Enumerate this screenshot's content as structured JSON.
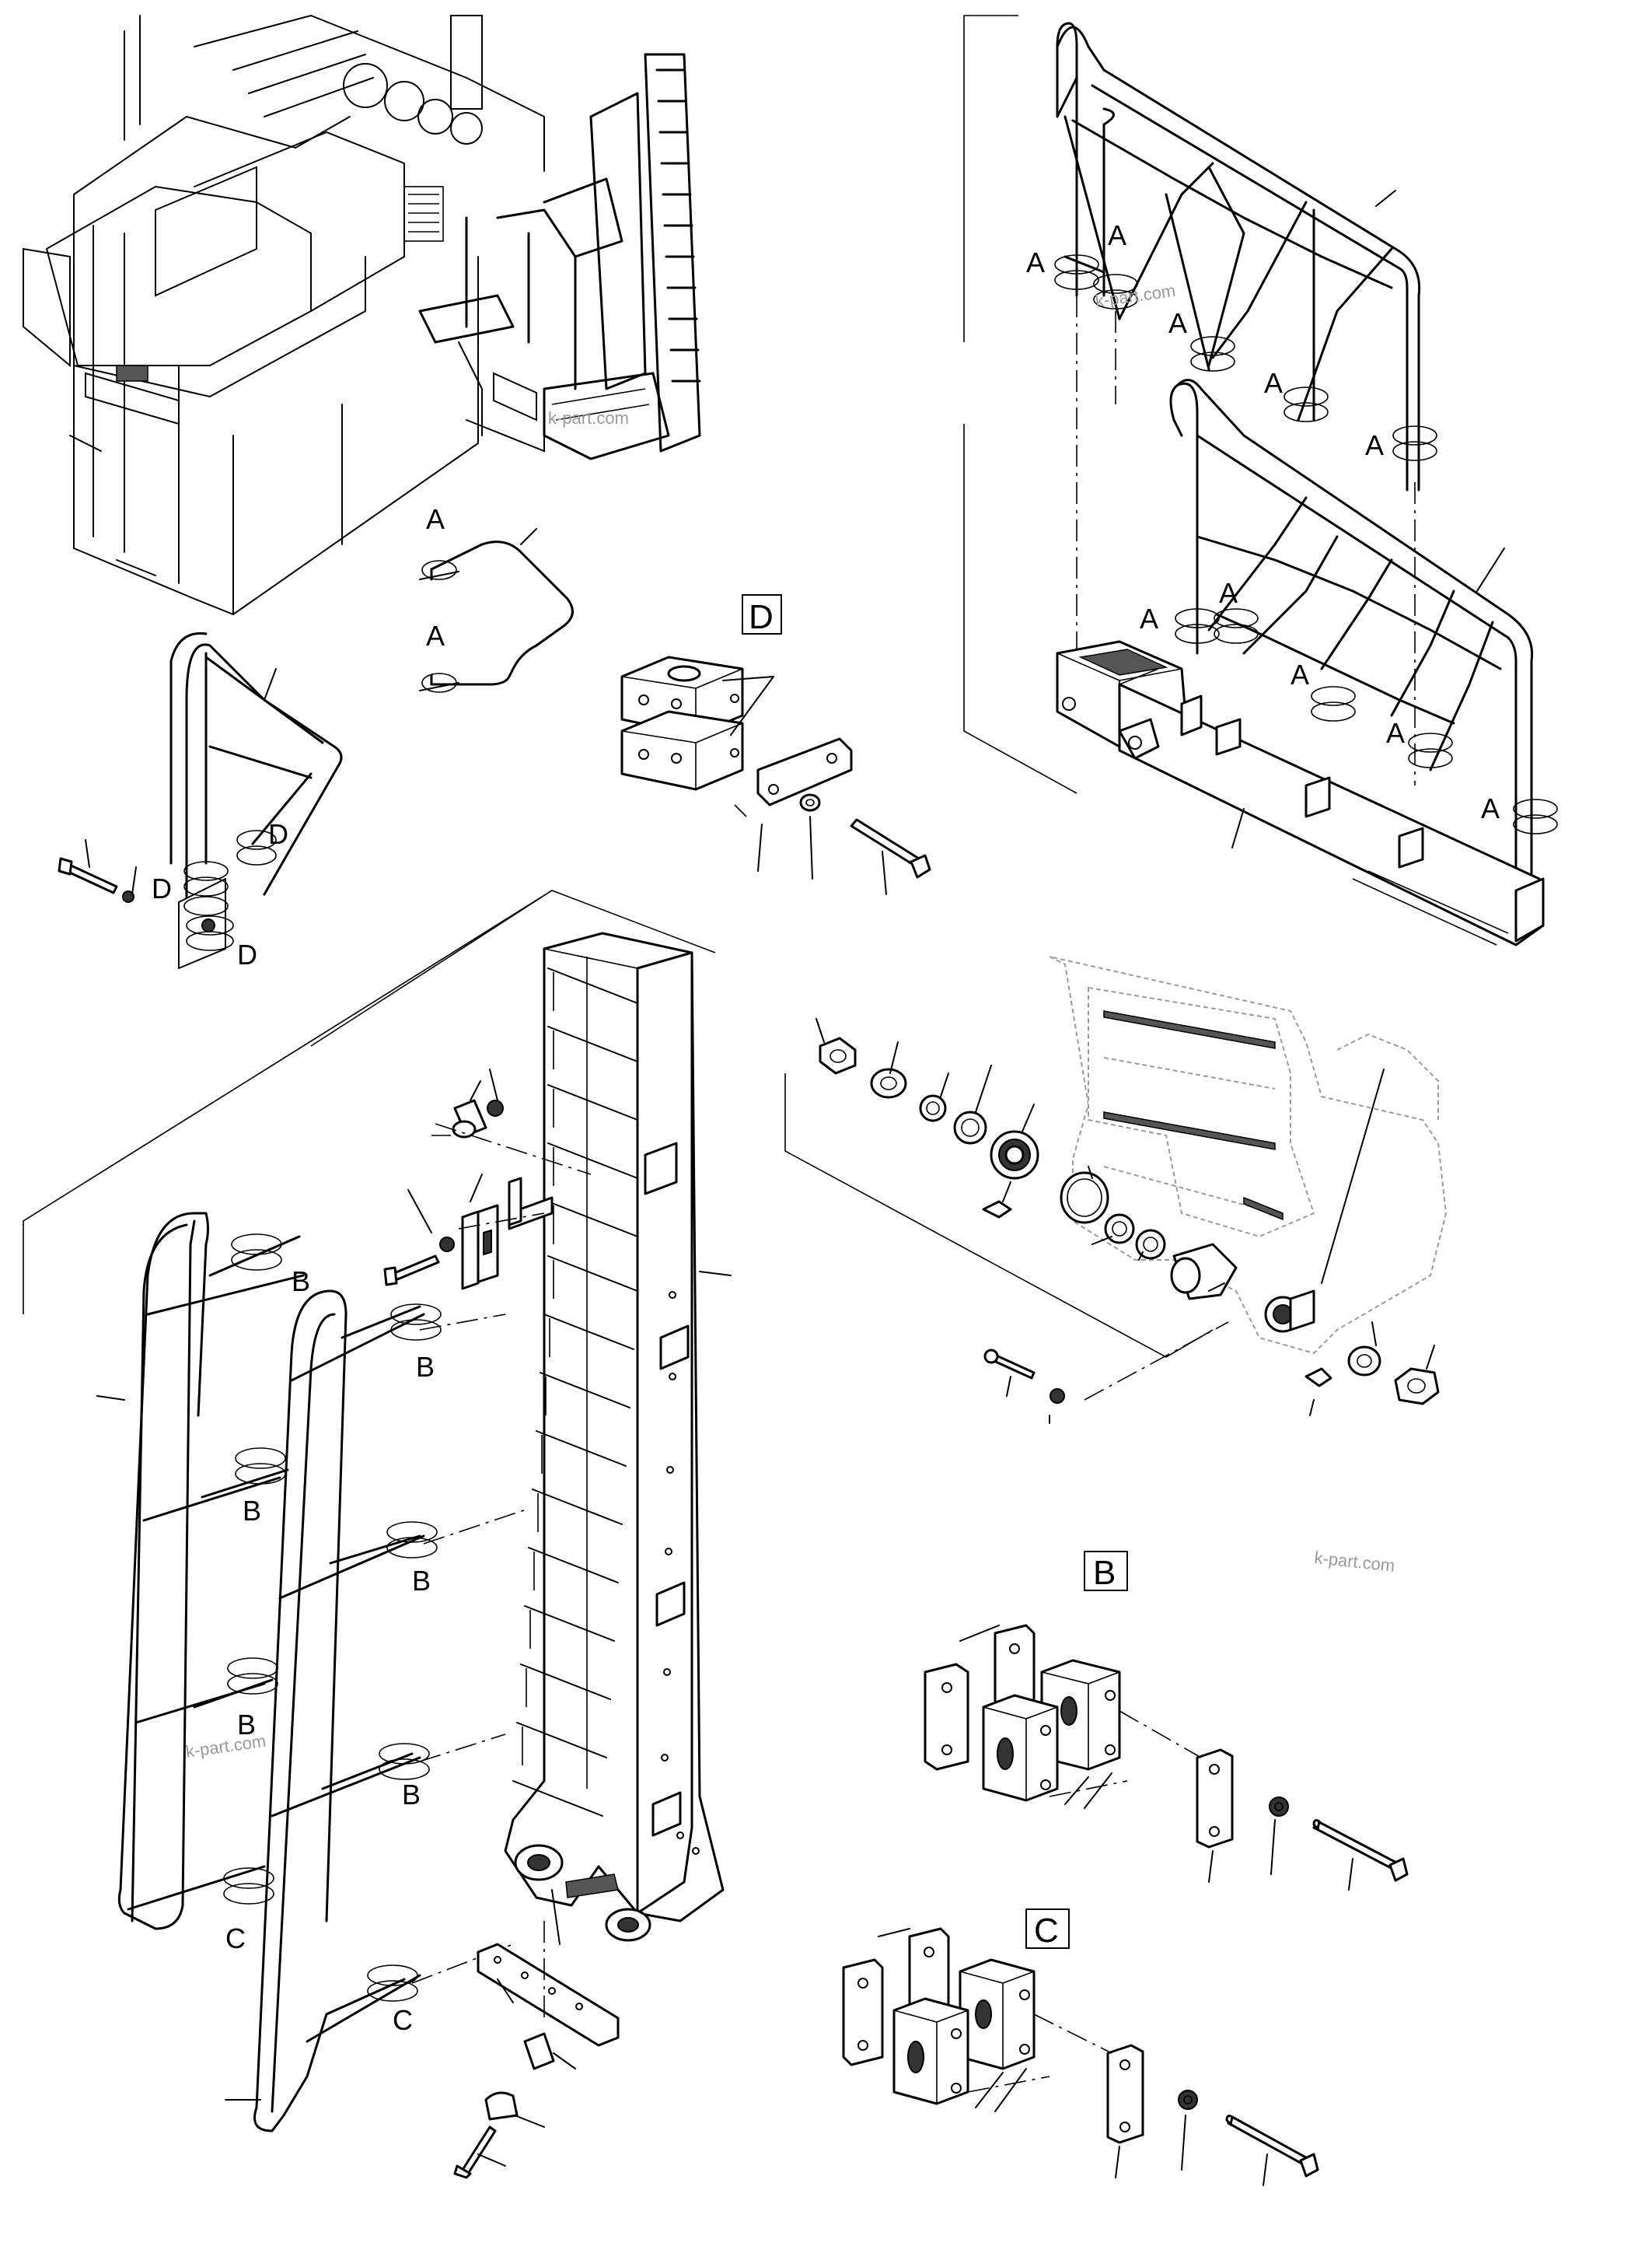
{
  "callout_letters": {
    "a": "A",
    "b": "B",
    "c": "C",
    "d": "D"
  },
  "detail_boxes": {
    "d": "D",
    "b": "B",
    "c": "C"
  },
  "watermark": "k-part.com",
  "icons": [
    "machine-overview",
    "handrail",
    "ladder",
    "clamp-block",
    "bolt",
    "washer",
    "nut",
    "bushing",
    "bearing",
    "pin"
  ]
}
